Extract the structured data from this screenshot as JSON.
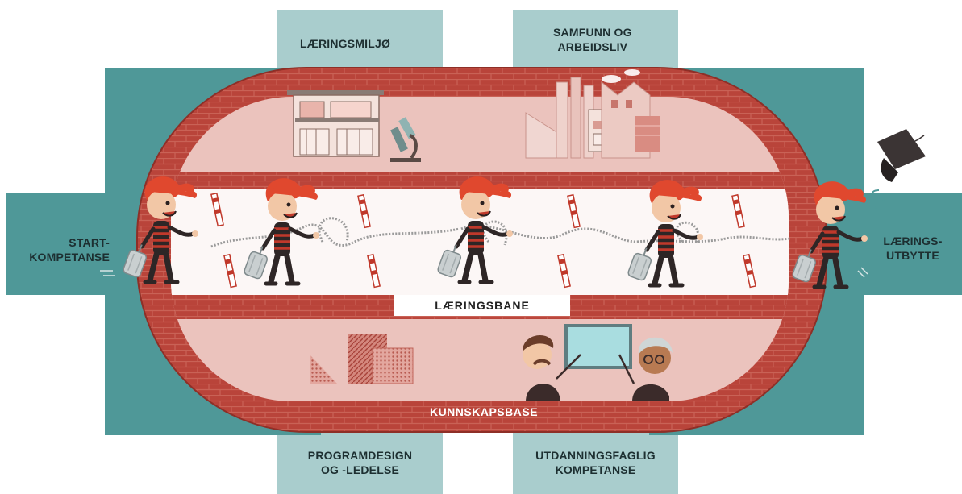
{
  "labels": {
    "learning_environment": "LÆRINGSMILJØ",
    "society_line1": "SAMFUNN OG",
    "society_line2": "ARBEIDSLIV",
    "start_line1": "START-",
    "start_line2": "KOMPETANSE",
    "outcome_line1": "LÆRINGS-",
    "outcome_line2": "UTBYTTE",
    "learning_path": "LÆRINGSBANE",
    "knowledge_base": "KUNNSKAPSBASE",
    "program_line1": "PROGRAMDESIGN",
    "program_line2": "OG -LEDELSE",
    "teaching_line1": "UTDANNINGSFAGLIG",
    "teaching_line2": "KOMPETANSE"
  },
  "colors": {
    "teal_dark": "#4f9898",
    "teal_light": "#a9cdcd",
    "track_red": "#b9443a",
    "inner_pink": "#ebc3bd",
    "lane_white": "#ffffff",
    "hair": "#e0482e",
    "shirt_stripe": "#c0392b",
    "board": "#a9dde0"
  }
}
